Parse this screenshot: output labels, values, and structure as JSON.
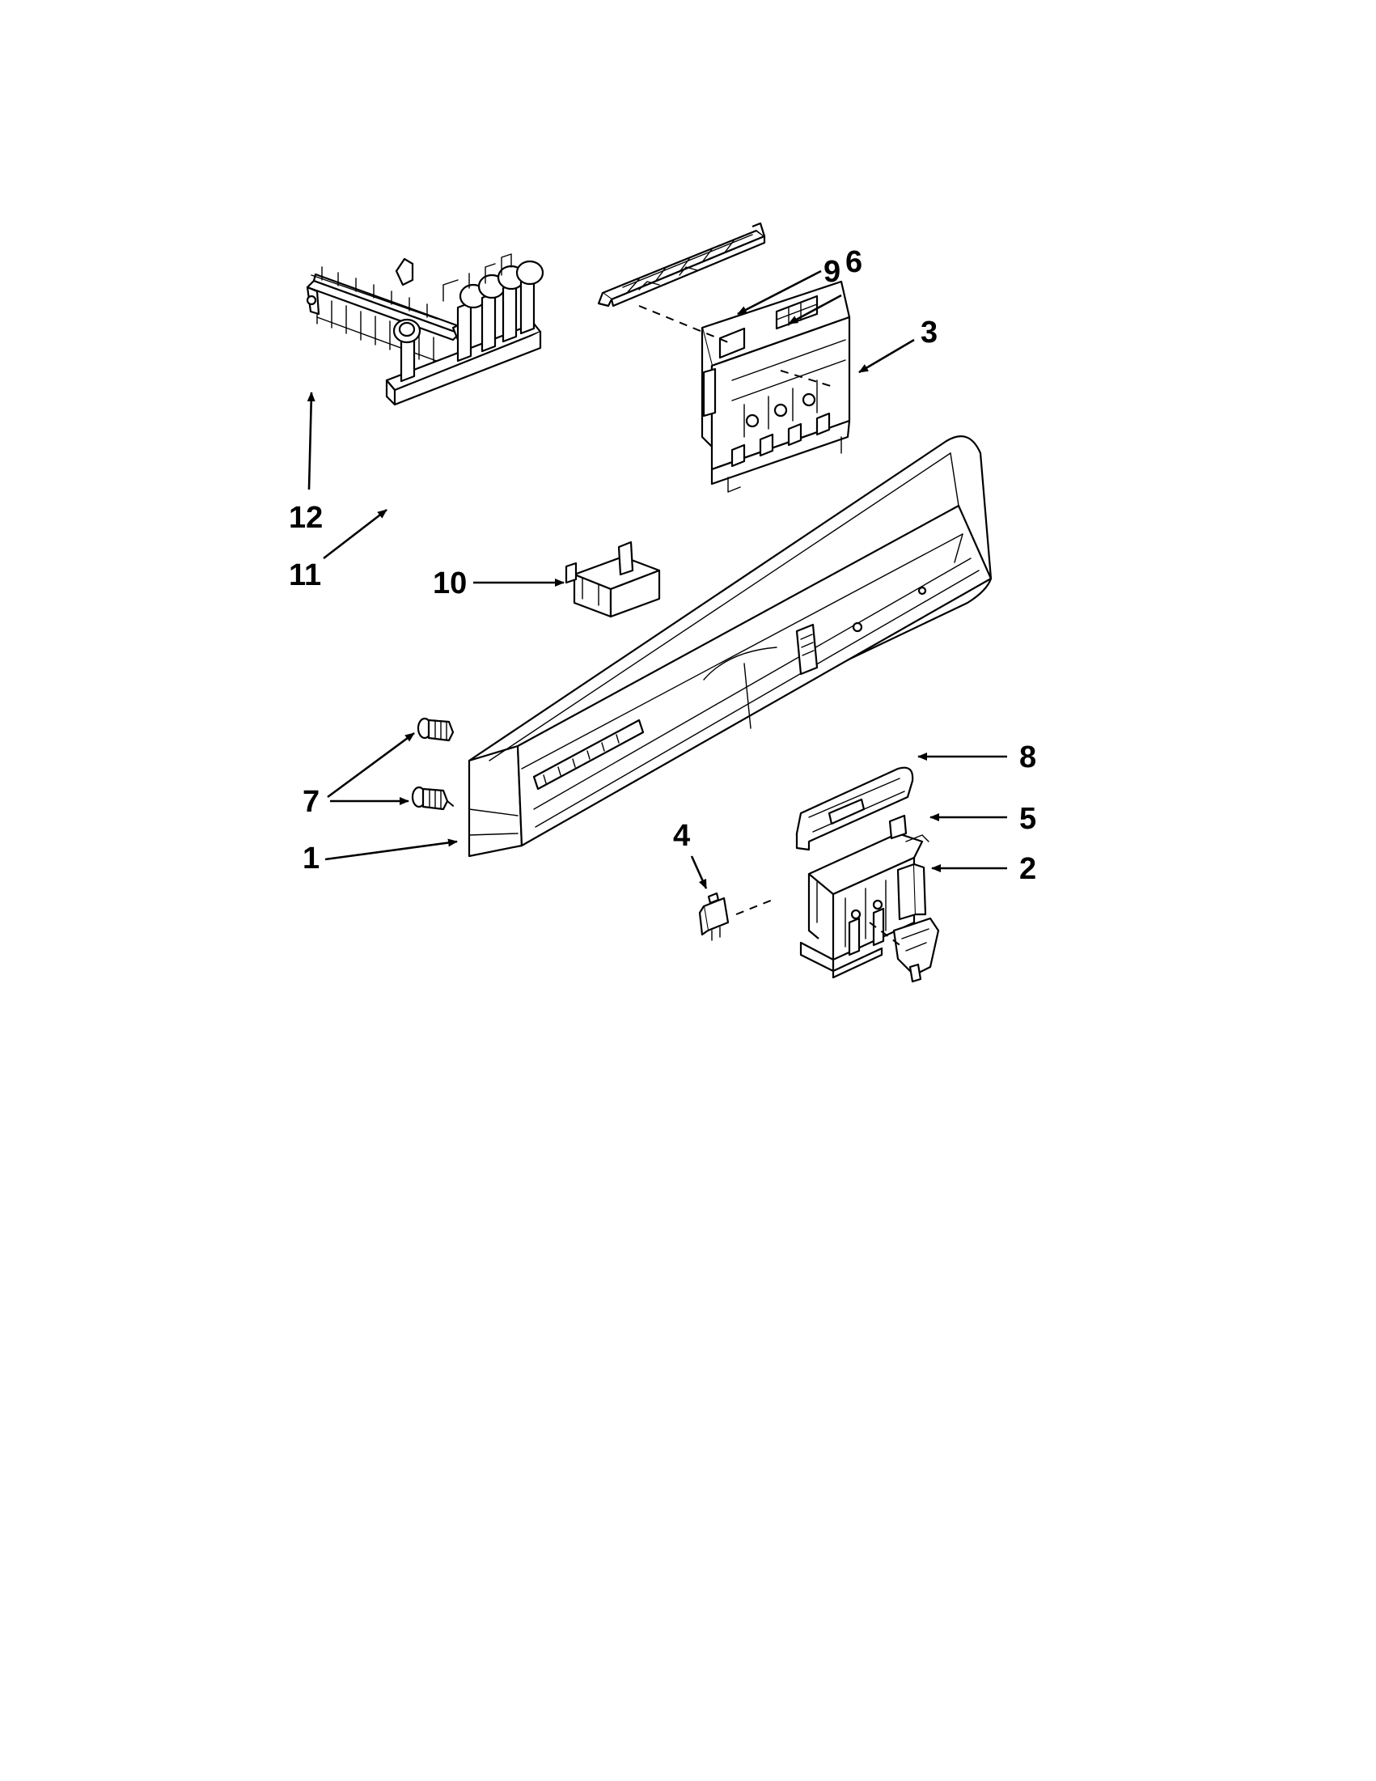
{
  "diagram": {
    "callouts": [
      {
        "id": "9",
        "label": "9"
      },
      {
        "id": "6",
        "label": "6"
      },
      {
        "id": "3",
        "label": "3"
      },
      {
        "id": "12",
        "label": "12"
      },
      {
        "id": "11",
        "label": "11"
      },
      {
        "id": "10",
        "label": "10"
      },
      {
        "id": "7",
        "label": "7"
      },
      {
        "id": "1",
        "label": "1"
      },
      {
        "id": "8",
        "label": "8"
      },
      {
        "id": "5",
        "label": "5"
      },
      {
        "id": "4",
        "label": "4"
      },
      {
        "id": "2",
        "label": "2"
      }
    ]
  }
}
